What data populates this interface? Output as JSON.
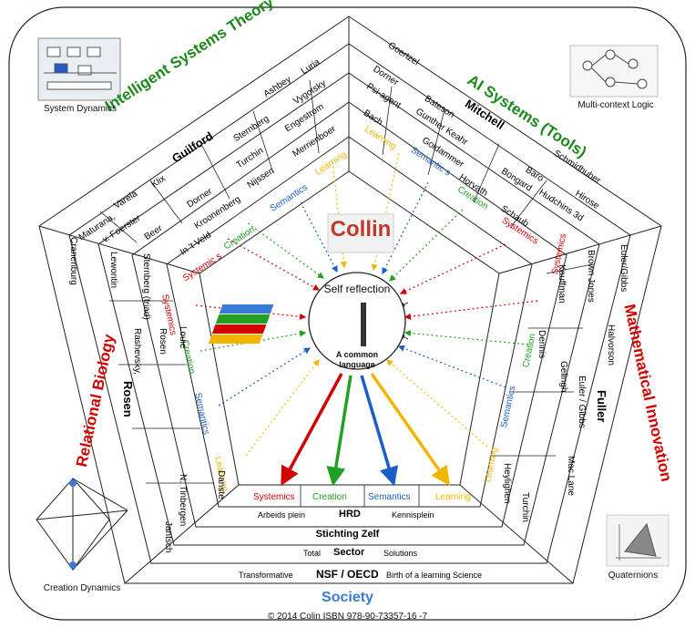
{
  "header": {
    "left_title": "Intelligent Systems Theory",
    "right_title": "AI Systems (Tools)"
  },
  "corners": {
    "top_left": "System Dynamics",
    "top_right": "Multi-context Logic",
    "bottom_left": "Creation Dynamics",
    "bottom_right": "Quaternions"
  },
  "sides": {
    "left": "Relational Biology",
    "right": "Mathematical Innovation",
    "bottom": "Society"
  },
  "center": {
    "brand": "Collin",
    "title": "Self reflection",
    "caption": "A common language"
  },
  "domain_labels": {
    "systemics": "Systemics",
    "systemics_alt": "Systemic s",
    "creation": "Creation",
    "semantics": "Semantics",
    "semantics_alt": "Semantic s",
    "learning": "Learning"
  },
  "top_left_names": {
    "r1": [
      "Maturana,",
      "Varela"
    ],
    "r2": [
      "v. Foerster"
    ],
    "r3": [
      "Beer",
      "Klix",
      "Guilford",
      "Sternberg",
      "Ashbey",
      "Luria"
    ],
    "r4": [
      "Dorner",
      "Turchin",
      "Engestrom",
      "Vygotsky"
    ],
    "r5": [
      "In 't Veld",
      "Kroonenberg",
      "Nijssen",
      "Merrienboer"
    ]
  },
  "top_right_names": {
    "a": [
      "Goertzel",
      "Dorner",
      "Psi-agent",
      "Bach"
    ],
    "b": [
      "Bateson",
      "Gunther Keahr",
      "Goldammer",
      "Horvath",
      "Schaub"
    ],
    "c": [
      "Mitchell",
      "Baro",
      "Bongard",
      "Hudchins 3d"
    ],
    "d": [
      "Schmidhuber",
      "Hirose"
    ]
  },
  "right_names": [
    "Kauffman",
    "Brown Jones",
    "Euler/Gibbs",
    "Dennis",
    "Gelingh",
    "Euler / Gibbs",
    "Halvorson",
    "Fuller",
    "Mac Lane",
    "Heylighen",
    "Turchin"
  ],
  "left_names": [
    "Cranenburg",
    "Lewontin",
    "Sternberg (triad)",
    "Rashevsky,",
    "Rosen",
    "Louie",
    "Rosen",
    "N. Tinbergen",
    "Danste",
    "Jantsch"
  ],
  "bottom_rows": {
    "r1": {
      "left": "Arbeids plein",
      "mid": "HRD",
      "right": "Kennisplein"
    },
    "r2": {
      "mid": "Stichting Zelf"
    },
    "r3": {
      "left": "Total",
      "mid": "Sector",
      "right": "Solutions"
    },
    "r4": {
      "left": "Transformative",
      "mid": "NSF / OECD",
      "right": "Birth of a learning Science"
    }
  },
  "colors": {
    "systemics": "#d40000",
    "creation": "#22a022",
    "semantics": "#1a5fc8",
    "learning": "#f2b600",
    "title_green": "#1a8a1a",
    "title_red": "#d40000",
    "title_blue": "#3a7bd5"
  },
  "footer": "© 2014 Colin ISBN 978-90-73357-16 -7"
}
